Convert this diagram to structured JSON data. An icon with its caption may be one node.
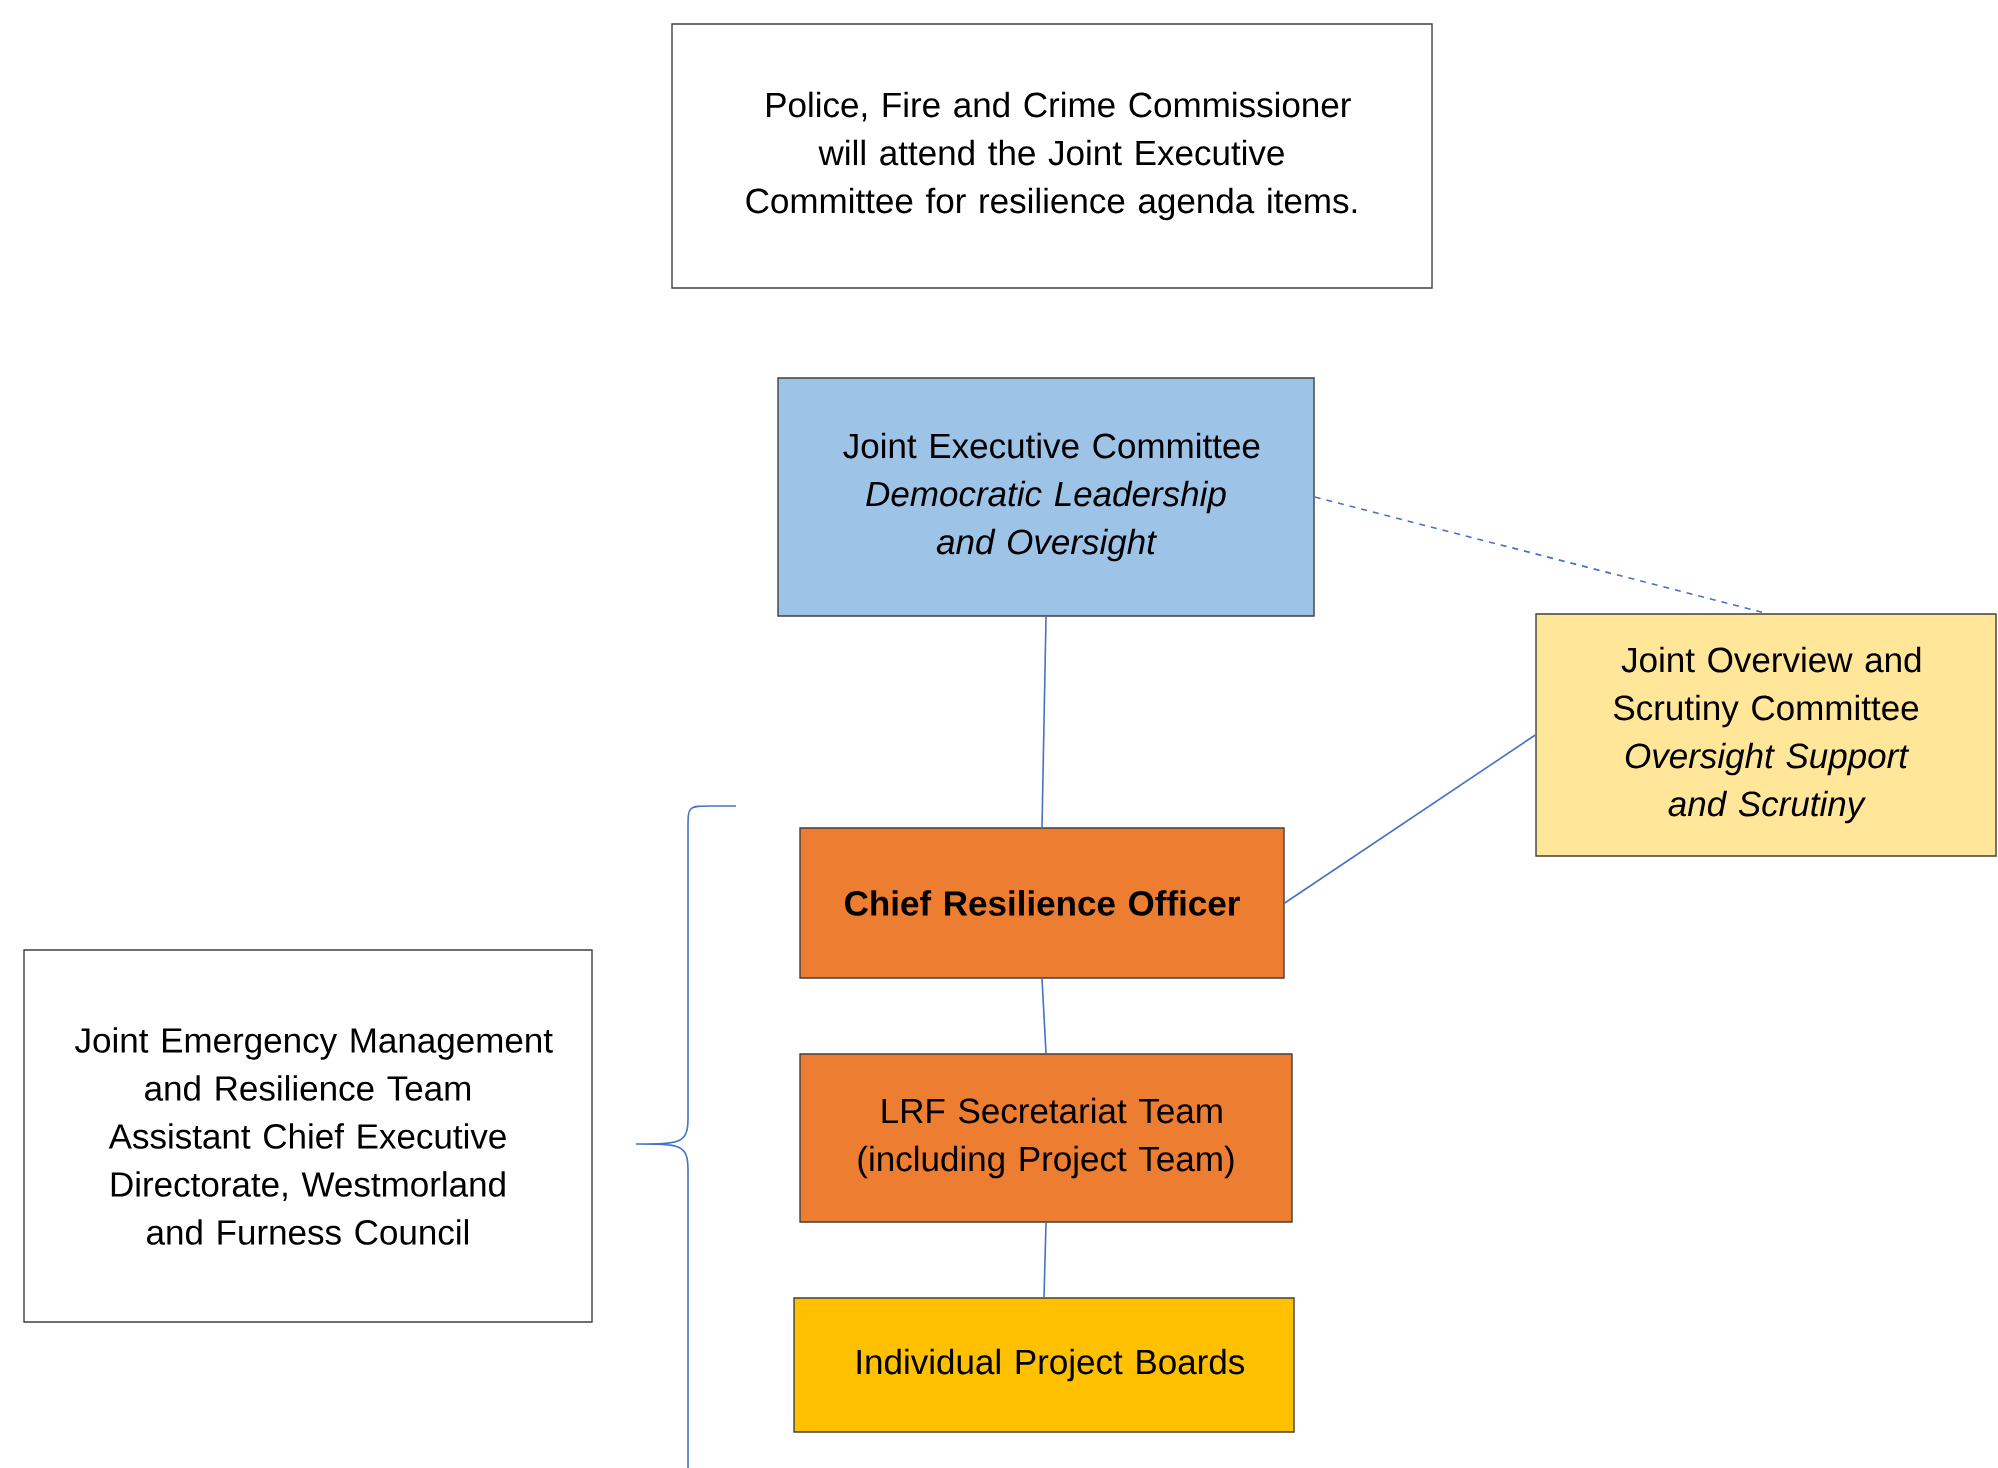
{
  "diagram": {
    "nodes": [
      {
        "text": [
          "Police, Fire and Crime Commissioner will attend the Joint Executive Committee for resilience agenda items."
        ]
      },
      {
        "text": [
          "Joint Executive Committee",
          "Democratic Leadership and Oversight"
        ]
      },
      {
        "text": [
          "Joint Overview and Scrutiny Committee",
          "Oversight Support and Scrutiny"
        ]
      },
      {
        "text": [
          "Chief Resilience Officer"
        ]
      },
      {
        "text": [
          "LRF Secretariat Team (including Project Team)"
        ]
      },
      {
        "text": [
          "Individual Project Boards"
        ]
      },
      {
        "text": [
          "Joint Emergency Management and Resilience Team",
          "Assistant Chief Executive Directorate, Westmorland and Furness Council"
        ]
      }
    ],
    "edges": [
      {
        "from": 1,
        "to": 3,
        "arrow": "none"
      },
      {
        "from": 3,
        "to": 4,
        "arrow": "none"
      },
      {
        "from": 4,
        "to": 5,
        "arrow": "none"
      },
      {
        "from": 1,
        "to": 2,
        "arrow": "none",
        "style": "dashed"
      },
      {
        "from": 3,
        "to": 2,
        "arrow": "none"
      }
    ]
  }
}
